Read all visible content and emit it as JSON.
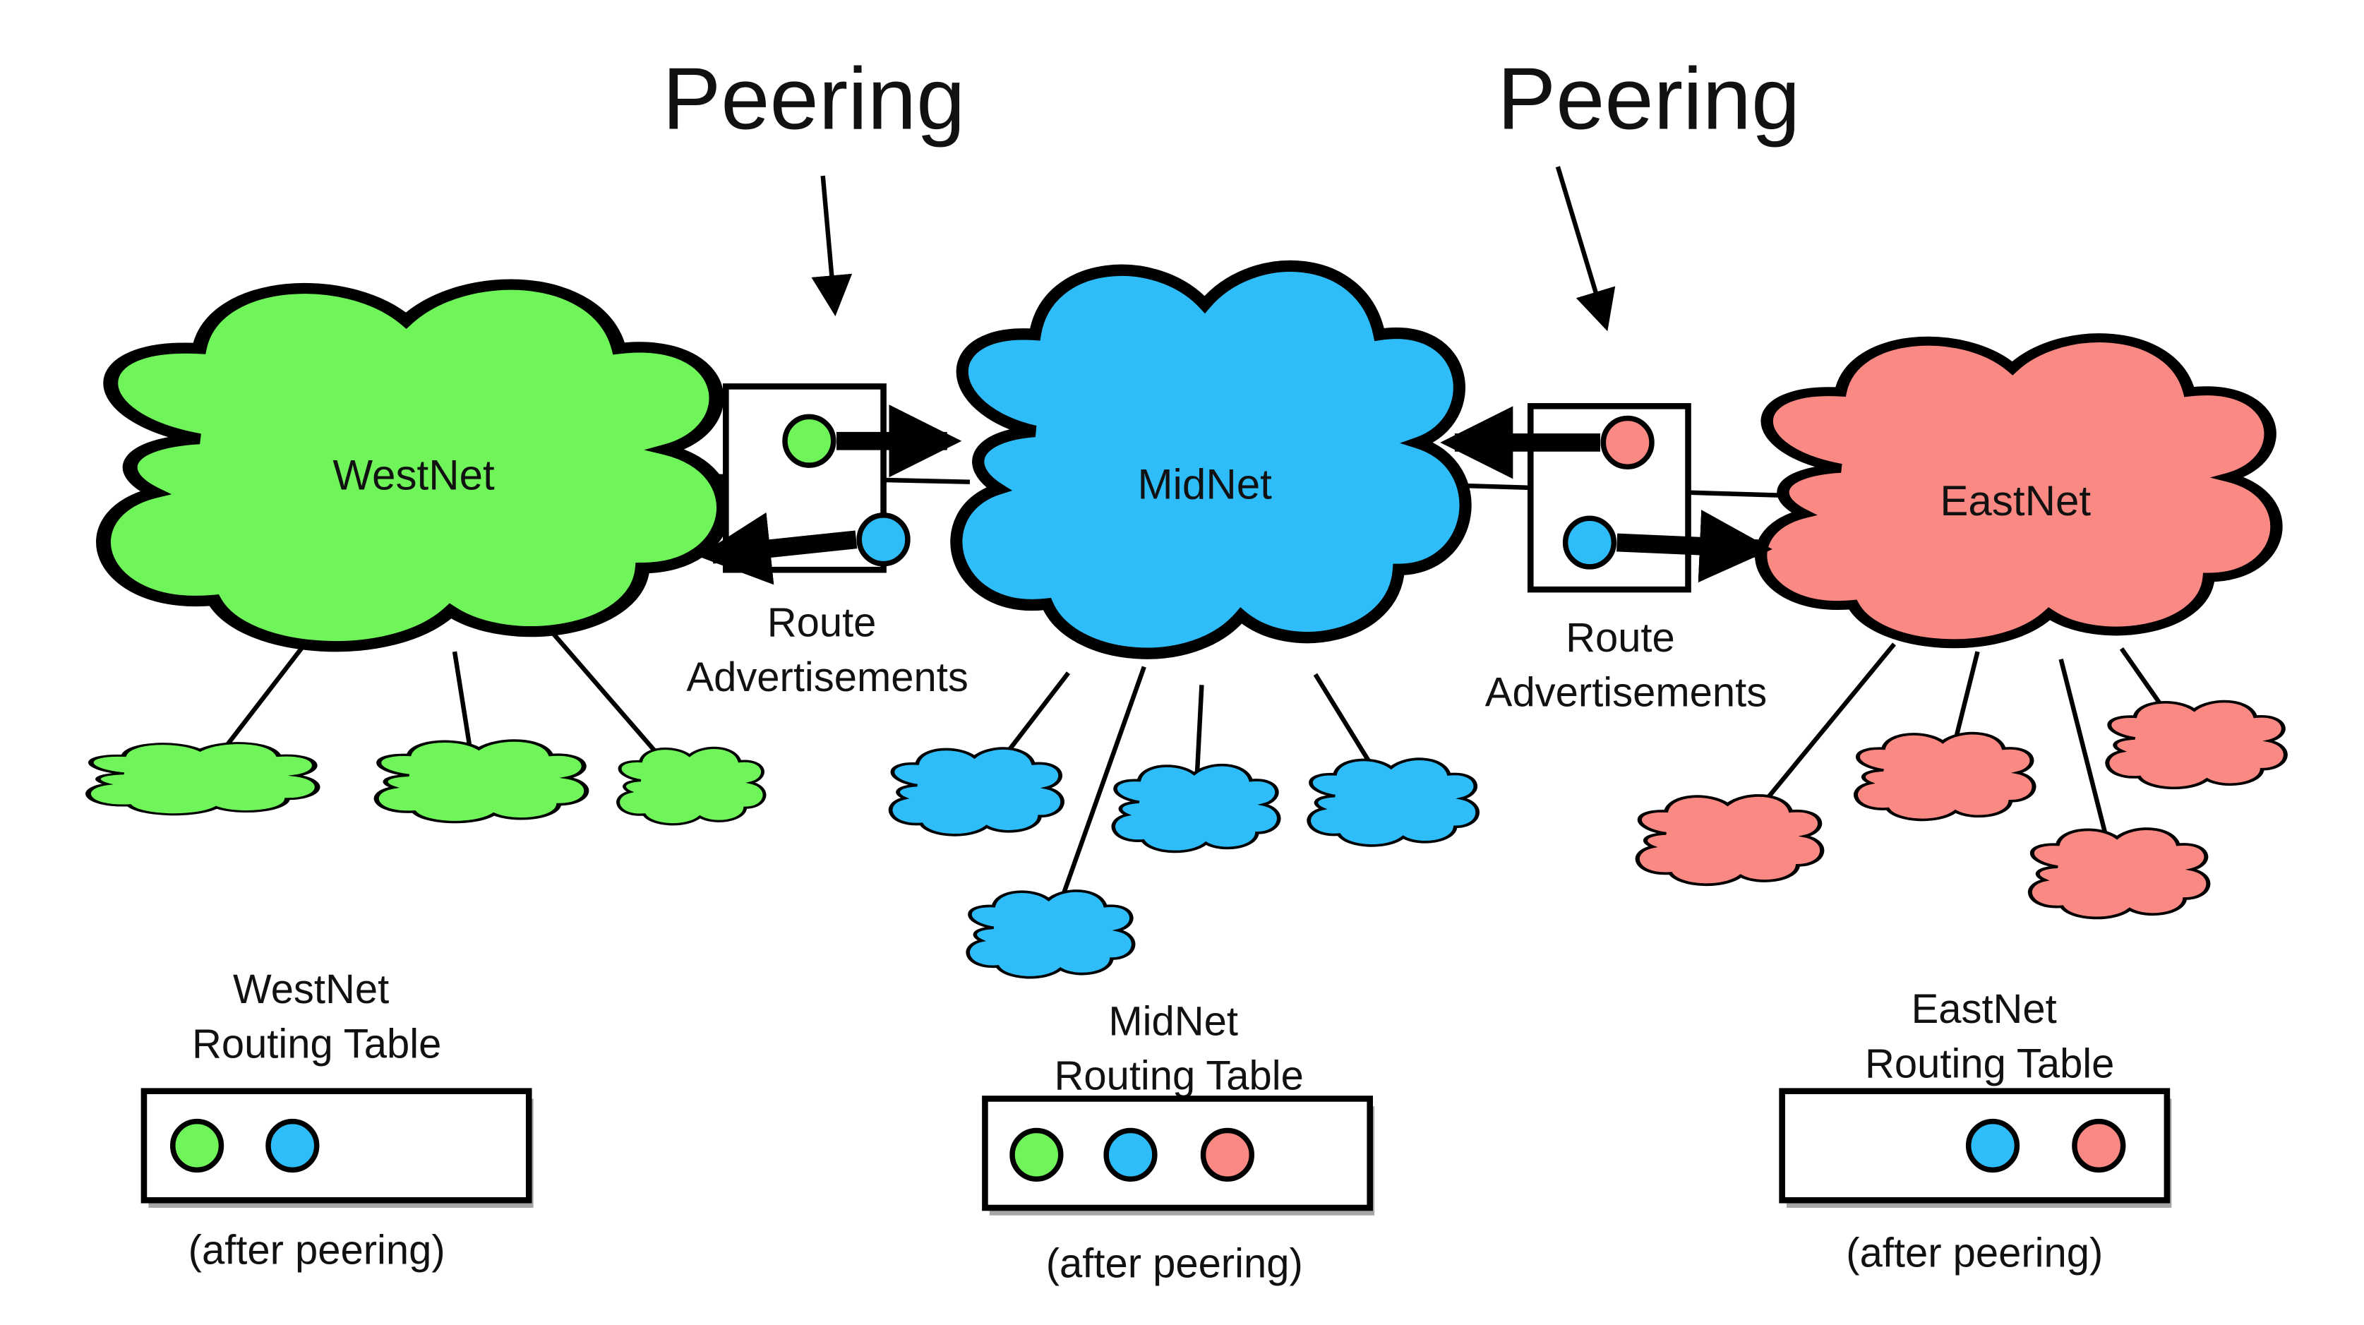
{
  "colors": {
    "west": "#6ff55a",
    "mid": "#2ebdf9",
    "east": "#fb8983"
  },
  "headings": {
    "peering_left": "Peering",
    "peering_right": "Peering"
  },
  "clouds": {
    "west": "WestNet",
    "mid": "MidNet",
    "east": "EastNet"
  },
  "route_ads": {
    "left": [
      "Route",
      "Advertisements"
    ],
    "right": [
      "Route",
      "Advertisements"
    ]
  },
  "tables": {
    "west": {
      "title": [
        "WestNet",
        "Routing Table"
      ],
      "entries": [
        "west",
        "mid"
      ],
      "note": "(after peering)"
    },
    "mid": {
      "title": [
        "MidNet",
        "Routing Table"
      ],
      "entries": [
        "west",
        "mid",
        "east"
      ],
      "note": "(after peering)"
    },
    "east": {
      "title": [
        "EastNet",
        "Routing Table"
      ],
      "entries": [
        "mid",
        "east"
      ],
      "note": "(after peering)"
    }
  }
}
